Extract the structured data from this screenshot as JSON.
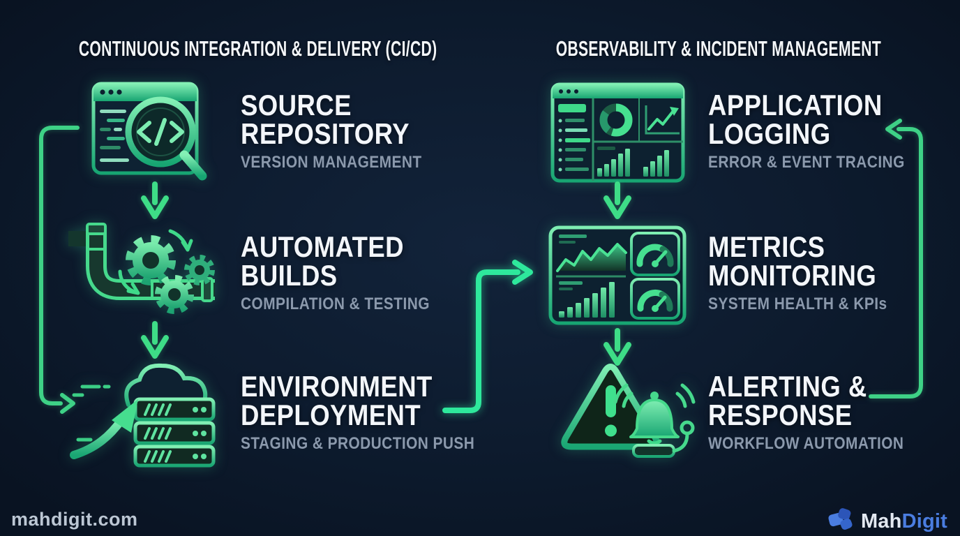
{
  "cicd": {
    "header": "CONTINUOUS INTEGRATION & DELIVERY (CI/CD)",
    "steps": [
      {
        "title": [
          "SOURCE",
          "REPOSITORY"
        ],
        "subtitle": "VERSION MANAGEMENT",
        "icon": "code-search-window-icon"
      },
      {
        "title": [
          "AUTOMATED",
          "BUILDS"
        ],
        "subtitle": "COMPILATION & TESTING",
        "icon": "pipeline-gears-icon"
      },
      {
        "title": [
          "ENVIRONMENT",
          "DEPLOYMENT"
        ],
        "subtitle": "STAGING & PRODUCTION PUSH",
        "icon": "cloud-deploy-icon"
      }
    ]
  },
  "observability": {
    "header": "OBSERVABILITY & INCIDENT MANAGEMENT",
    "steps": [
      {
        "title": [
          "APPLICATION",
          "LOGGING"
        ],
        "subtitle": "ERROR & EVENT TRACING",
        "icon": "logs-dashboard-icon"
      },
      {
        "title": [
          "METRICS",
          "MONITORING"
        ],
        "subtitle": "SYSTEM HEALTH & KPIs",
        "icon": "metrics-dashboard-icon"
      },
      {
        "title": [
          "ALERTING &",
          "RESPONSE"
        ],
        "subtitle": "WORKFLOW AUTOMATION",
        "icon": "alert-bell-icon"
      }
    ]
  },
  "footer": {
    "website": "mahdigit.com",
    "brand": {
      "prefix": "Mah",
      "suffix": "Digit"
    }
  },
  "colors": {
    "background": "#0d1b2e",
    "accent_green": "#3ddc8c",
    "bright_green": "#2ee89c",
    "title_white": "#f3f6fa",
    "subtitle_gray": "#8b99ac",
    "brand_blue": "#4a7de0"
  }
}
